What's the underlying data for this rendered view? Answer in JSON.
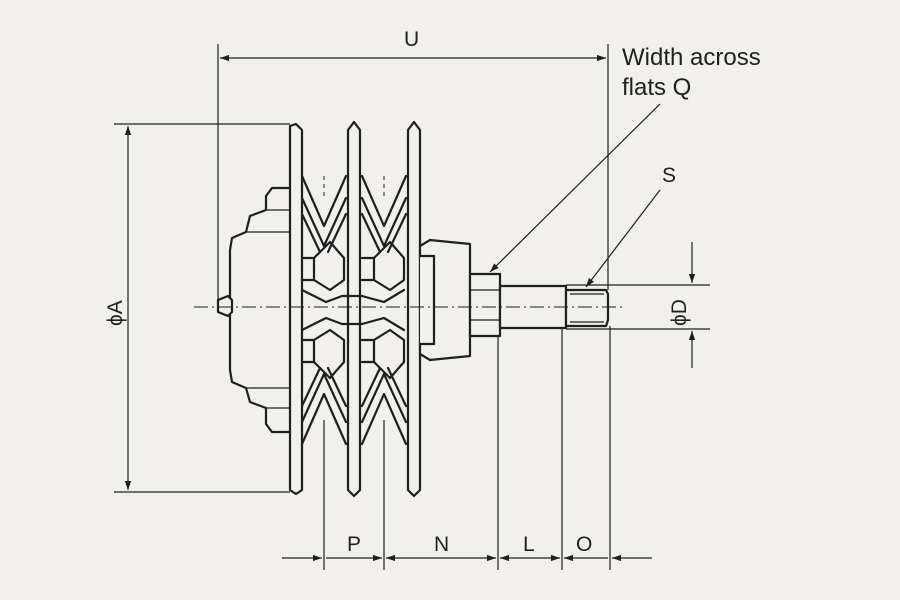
{
  "diagram": {
    "labels": {
      "overall_length": "U",
      "outer_diameter": "ϕA",
      "shaft_diameter": "ϕD",
      "width_across_flats_line1": "Width across",
      "width_across_flats_line2": "flats Q",
      "thread": "S",
      "dim_p": "P",
      "dim_n": "N",
      "dim_l": "L",
      "dim_o": "O"
    },
    "colors": {
      "background": "#f1f0ec",
      "line": "#1f1f1f"
    }
  }
}
